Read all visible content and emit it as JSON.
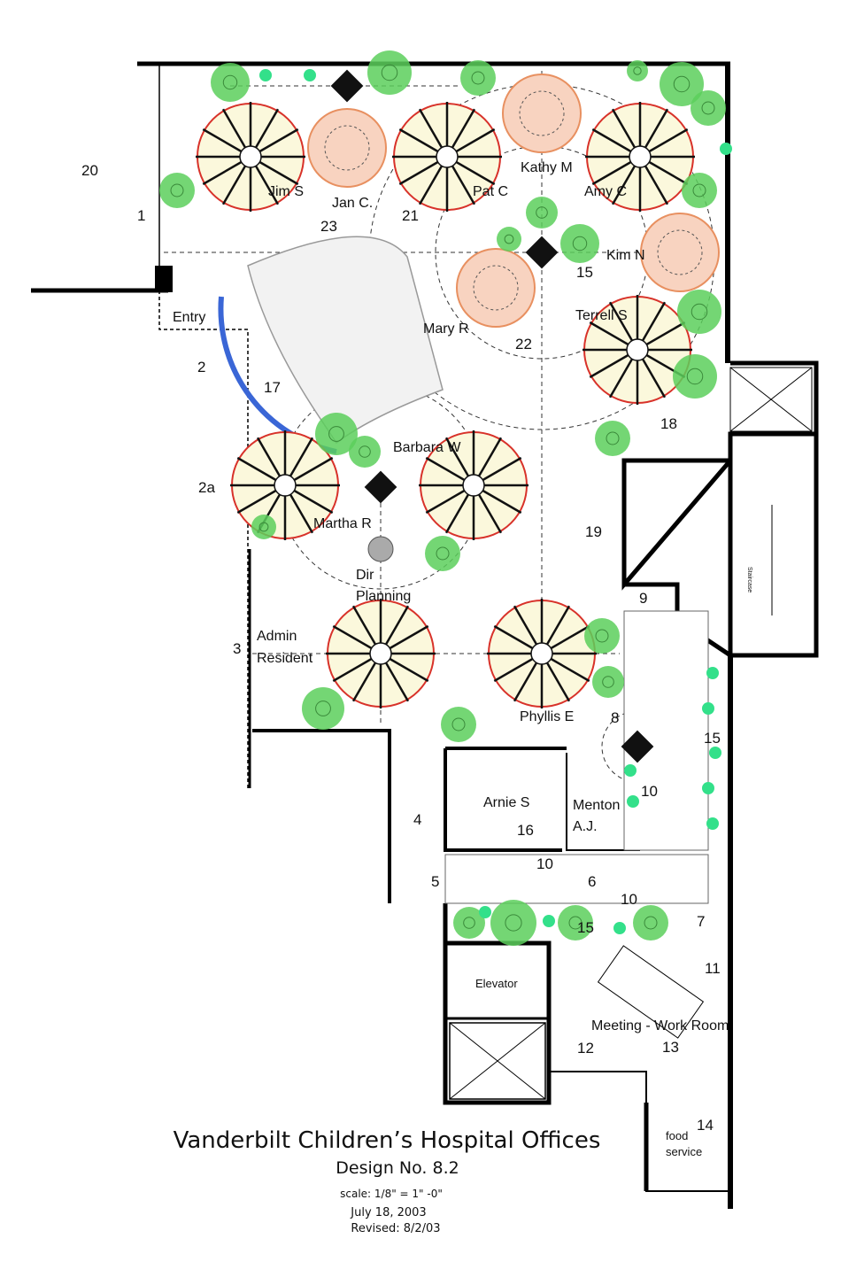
{
  "title": {
    "main": "Vanderbilt Children’s Hospital Offices",
    "design": "Design No. 8.2",
    "scale": "scale:  1/8\" = 1\" -0\"",
    "date": "July 18, 2003",
    "revised": "Revised: 8/2/03"
  },
  "labels": {
    "n20": "20",
    "n1": "1",
    "jim": "Jim S",
    "jan": "Jan C.",
    "pat": "Pat C",
    "kathy": "Kathy M",
    "amy": "Amy C",
    "n21": "21",
    "n23": "23",
    "kim": "Kim N",
    "n15a": "15",
    "entry": "Entry",
    "mary": "Mary R",
    "terrell": "Terrell S",
    "n22": "22",
    "n2": "2",
    "n17": "17",
    "n18": "18",
    "barbara": "Barbara W",
    "n2a": "2a",
    "martha": "Martha R",
    "n19": "19",
    "dir1": "Dir",
    "dir2": "Planning",
    "n9": "9",
    "admin1": "Admin",
    "admin2": "Resident",
    "n3": "3",
    "phyllis": "Phyllis E",
    "n8": "8",
    "n15b": "15",
    "n10a": "10",
    "arnie": "Arnie S",
    "n16": "16",
    "menton1": "Menton",
    "menton2": "A.J.",
    "n4": "4",
    "n10b": "10",
    "n5": "5",
    "n6": "6",
    "n10c": "10",
    "n15c": "15",
    "n7": "7",
    "elevator": "Elevator",
    "n11": "11",
    "meeting": "Meeting - Work Room",
    "n12": "12",
    "n13": "13",
    "n14": "14",
    "food1": "food",
    "food2": "service",
    "staircase": "Staircase"
  },
  "colors": {
    "pod_fill": "#fbf8dc",
    "pod_ring": "#d8322a",
    "pink": "#f8d3c0",
    "pink_ring": "#e89060",
    "tree": "#5ccf5c",
    "tree_light": "#33e08a",
    "curved_wall": "#3a66d6"
  }
}
